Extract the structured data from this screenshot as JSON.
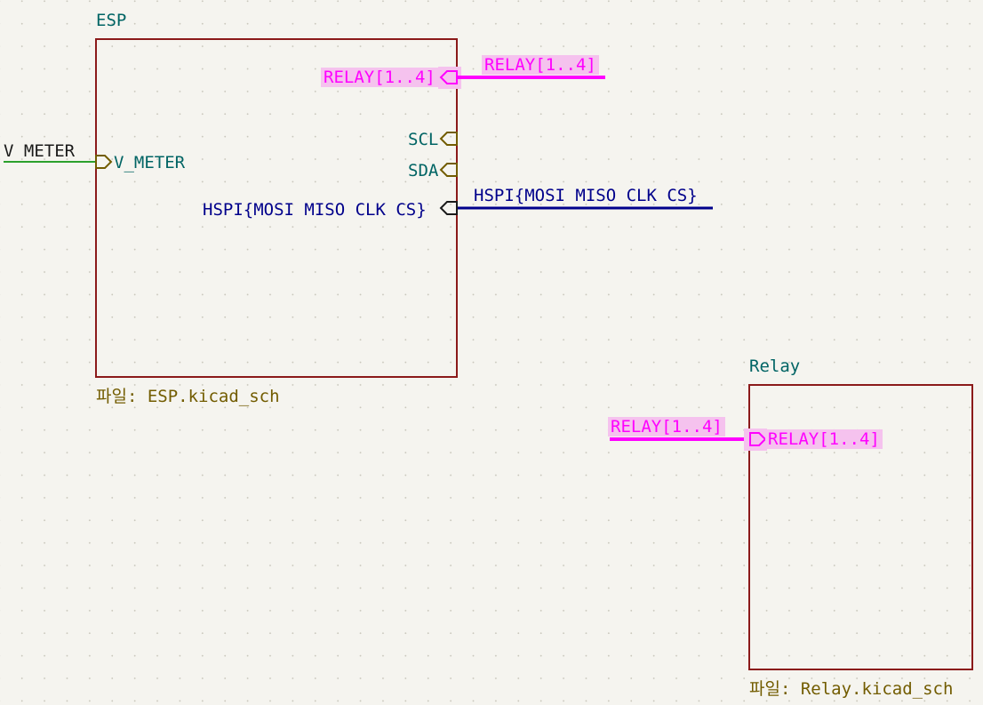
{
  "colors": {
    "background": "#f5f4ef",
    "sheet_border": "#8b1a1a",
    "sheet_name": "#006464",
    "sheet_file": "#725c00",
    "bus_relay": "#ff00ff",
    "bus_relay_highlight": "#f5c2ee",
    "bus_hspi": "#00008b",
    "wire": "#2ca02c",
    "pin_outline": "#725c00"
  },
  "esp_sheet": {
    "name": "ESP",
    "file": "파일: ESP.kicad_sch",
    "pins": {
      "relay": "RELAY[1..4]",
      "scl": "SCL",
      "sda": "SDA",
      "hspi": "HSPI{MOSI MISO CLK CS}",
      "v_meter": "V_METER"
    }
  },
  "relay_sheet": {
    "name": "Relay",
    "file": "파일: Relay.kicad_sch",
    "pins": {
      "relay": "RELAY[1..4]"
    }
  },
  "labels": {
    "v_meter": "V METER",
    "relay_bus_esp": "RELAY[1..4]",
    "hspi_bus": "HSPI{MOSI MISO CLK CS}",
    "relay_bus_relay": "RELAY[1..4]"
  }
}
